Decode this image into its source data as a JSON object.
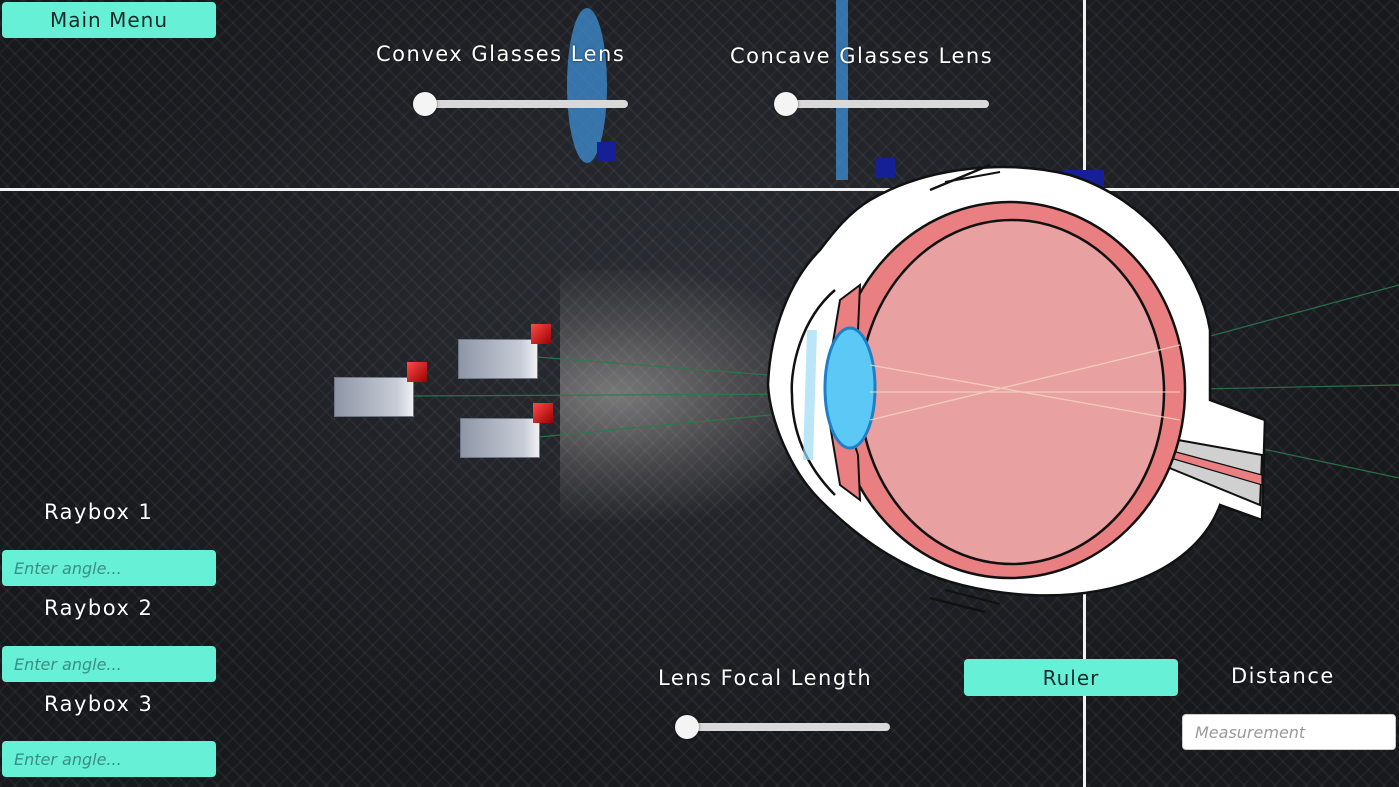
{
  "header": {
    "main_menu_label": "Main Menu",
    "convex_label": "Convex Glasses Lens",
    "concave_label": "Concave Glasses Lens"
  },
  "sliders": {
    "convex": {
      "value": 0.0
    },
    "concave": {
      "value": 0.0
    },
    "focal": {
      "value": 0.0
    }
  },
  "rayboxes": [
    {
      "label": "Raybox 1",
      "placeholder": "Enter angle..."
    },
    {
      "label": "Raybox 2",
      "placeholder": "Enter angle..."
    },
    {
      "label": "Raybox 3",
      "placeholder": "Enter angle..."
    }
  ],
  "bottom": {
    "focal_label": "Lens Focal Length",
    "ruler_label": "Ruler",
    "distance_label": "Distance",
    "measurement_placeholder": "Measurement"
  },
  "colors": {
    "accent": "#66f0d6",
    "handle": "#151f96",
    "lens": "#3d8fd6",
    "eye_inner": "#e8a0a0",
    "eye_ring": "#e97f80",
    "eye_lens": "#5cc8f5",
    "ray": "#2a7a4a"
  },
  "icons": {
    "convex_lens": "convex-lens-icon",
    "concave_lens": "concave-lens-icon",
    "eye": "eye-diagram-icon"
  }
}
